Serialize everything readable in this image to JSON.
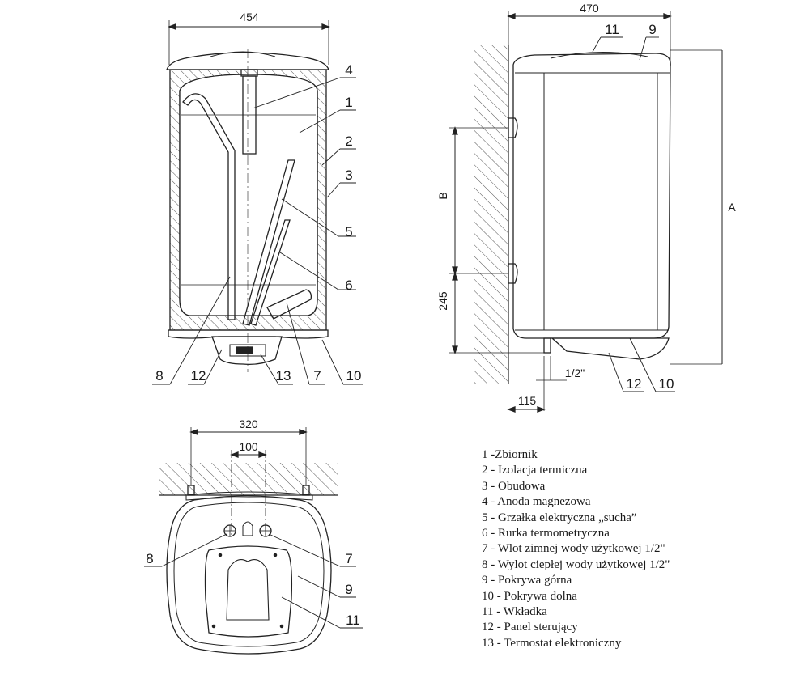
{
  "dimensions": {
    "front_width": "454",
    "side_width": "470",
    "wall_offset": "115",
    "pipe_size": "1/2\"",
    "bracket_spacing": "B",
    "total_height": "A",
    "lower_height": "245",
    "bottom_mount": "320",
    "bottom_pipes": "100"
  },
  "callouts": {
    "front": [
      "4",
      "1",
      "2",
      "3",
      "5",
      "6",
      "8",
      "12",
      "13",
      "7",
      "10"
    ],
    "side": [
      "11",
      "9",
      "12",
      "10"
    ],
    "bottom": [
      "8",
      "7",
      "9",
      "11"
    ]
  },
  "legend": [
    "1 -Zbiornik",
    "2 - Izolacja termiczna",
    "3 - Obudowa",
    "4 - Anoda magnezowa",
    "5 - Grzałka elektryczna  „sucha”",
    "6 - Rurka termometryczna",
    "7 - Wlot zimnej wody użytkowej 1/2\"",
    "8 - Wylot ciepłej wody użytkowej 1/2\"",
    "9 - Pokrywa górna",
    "10 - Pokrywa dolna",
    "11 - Wkładka",
    "12 - Panel sterujący",
    "13 - Termostat elektroniczny"
  ]
}
